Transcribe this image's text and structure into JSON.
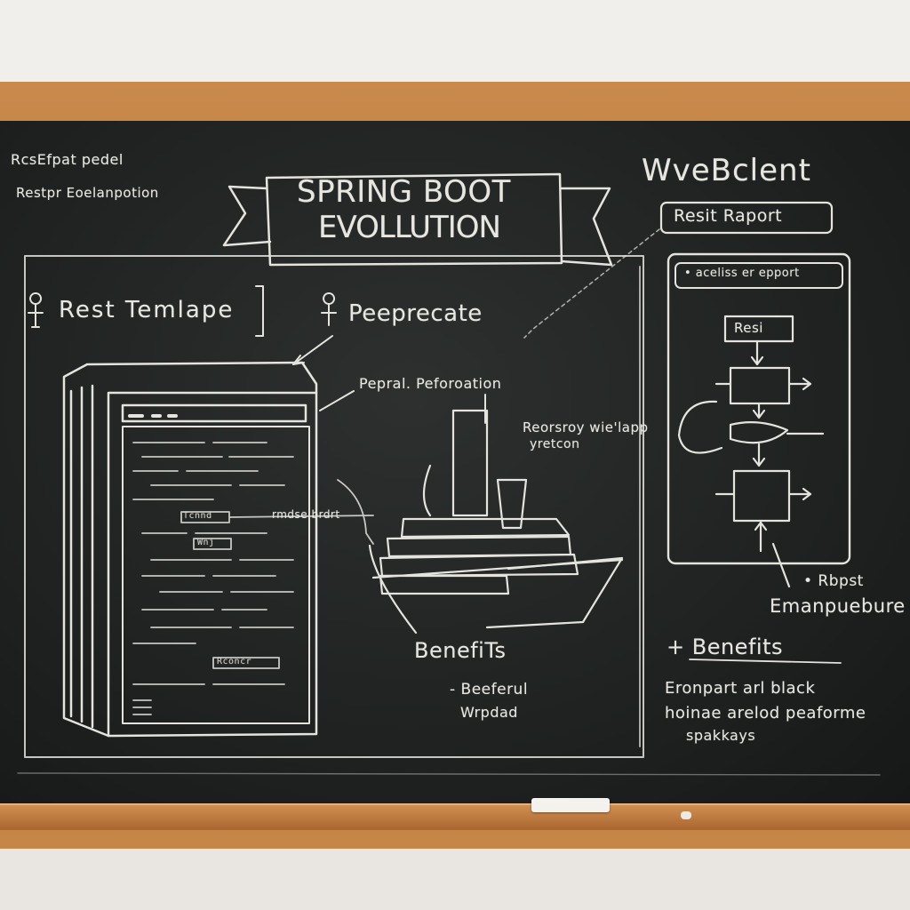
{
  "title": {
    "line1": "SPRING BOOT",
    "line2": "EVOLLUTION"
  },
  "top_left_notes": [
    "RcsEfpat pedel",
    "Restpr Eoelanpotion"
  ],
  "left_section": {
    "heading": "Rest Temlape",
    "code_labels": [
      "Tcnnd",
      "Wnj",
      "Rconcr"
    ],
    "code_arrow_note": "rmdse brdrt"
  },
  "middle_section": {
    "heading": "Peeprecate",
    "note_top": "Pepral. Peforoation",
    "note_right_1": "Reorsroy wie'lapp",
    "note_right_2": "yretcon",
    "benefits_heading": "BenefiTs",
    "benefits_items": [
      "- Beeferul",
      "Wrpdad"
    ]
  },
  "right_section": {
    "heading": "WveBclent",
    "box_label": "Resit Raport",
    "panel_note": "• aceliss er epport",
    "flow_node": "Resi",
    "footnote_1": "• Rbpst",
    "footnote_2": "Emanpuebure",
    "benefits_heading": "+ Benefits",
    "benefits_items": [
      "Eronpart arl black",
      "hoinae arelod peaforme",
      "spakkays"
    ]
  },
  "colors": {
    "board": "#1f2221",
    "chalk": "#e7e6e1",
    "frame": "#c17f42",
    "wall": "#f1efec"
  }
}
